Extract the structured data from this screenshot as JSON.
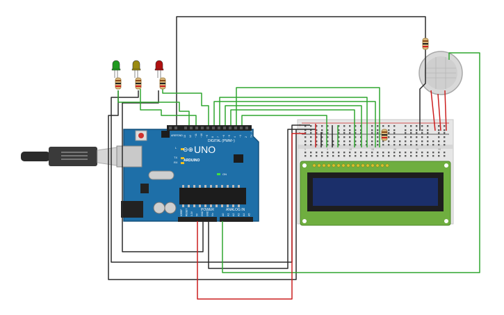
{
  "arduino": {
    "model": "UNO",
    "brand": "ARDUINO",
    "logo_symbol": "⊖⊕",
    "header_digital": "DIGITAL (PWM~)",
    "header_power": "POWER",
    "header_analog": "ANALOG IN",
    "label_aref": "AREF",
    "label_gnd": "GND",
    "label_l": "L",
    "label_tx": "TX",
    "label_rx": "RX",
    "label_on": "ON",
    "digital_pins": [
      "13",
      "12",
      "~11",
      "~10",
      "~9",
      "8",
      "7",
      "~6",
      "~5",
      "4",
      "~3",
      "2",
      "TX→1",
      "RX←0"
    ],
    "power_pins": [
      "IOREF",
      "RESET",
      "3.3V",
      "5V",
      "GND",
      "GND",
      "Vin"
    ],
    "analog_pins": [
      "A0",
      "A1",
      "A2",
      "A3",
      "A4",
      "A5"
    ]
  },
  "leds": [
    {
      "color_name": "green",
      "color": "#1f9a1f"
    },
    {
      "color_name": "yellow",
      "color": "#9a8a10"
    },
    {
      "color_name": "red",
      "color": "#b01010"
    }
  ],
  "breadboard": {
    "rail_plus": "+",
    "rail_minus": "-",
    "column_labels": [
      "1",
      "5",
      "10",
      "15",
      "20",
      "25",
      "30"
    ]
  },
  "colors": {
    "wire_green": "#2fa52f",
    "wire_black": "#2a2a2a",
    "wire_red": "#cc1f1f",
    "board_blue": "#1e6fa8",
    "lcd_green": "#6fae3f",
    "lcd_screen": "#1b2f6a",
    "breadboard": "#e6e6e6"
  }
}
